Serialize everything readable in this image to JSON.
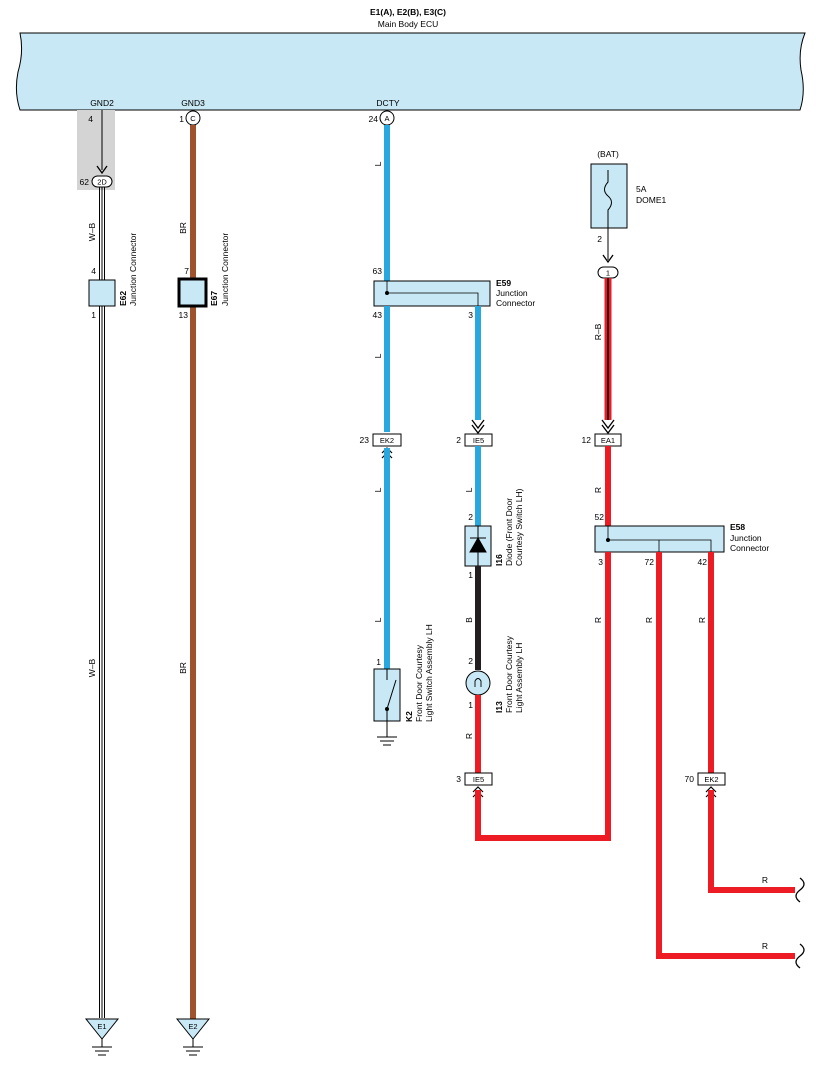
{
  "ecu": {
    "title_ids": "E1(A), E2(B), E3(C)",
    "title_name": "Main Body ECU",
    "fill_color": "#c8e8f5",
    "terminals": {
      "gnd2": "GND2",
      "gnd3": "GND3",
      "dcty": "DCTY"
    }
  },
  "wire_colors": {
    "light_blue": "#29a8e0",
    "brown": "#a0522d",
    "red": "#ed1c24",
    "black": "#231f20",
    "shield_gray": "#d4d4d4"
  },
  "pins": {
    "gnd2_pin": "4",
    "gnd3_pin": "1",
    "dcty_pin": "24",
    "c_letter": "C",
    "a_letter": "A",
    "conn_2d": "2D",
    "pin_62": "62",
    "e62_in": "4",
    "e62_out": "1",
    "e67_in": "7",
    "e67_out": "13",
    "e59_in": "63",
    "e59_out1": "43",
    "e59_out2": "3",
    "ek2_pin": "23",
    "ek2_label": "EK2",
    "ie5_pin": "2",
    "ie5_label": "IE5",
    "i16_in": "2",
    "i16_out": "1",
    "k2_pin": "1",
    "i13_in": "2",
    "i13_out": "1",
    "ie5b_pin": "3",
    "ie5b_label": "IE5",
    "fuse_pin": "2",
    "fuse_conn": "1",
    "ea1_pin": "12",
    "ea1_label": "EA1",
    "e58_in": "52",
    "e58_out1": "3",
    "e58_out2": "72",
    "e58_out3": "42",
    "ek2b_pin": "70",
    "ek2b_label": "EK2",
    "ground_e1": "E1",
    "ground_e2": "E2"
  },
  "wire_labels": {
    "wb_top": "W–B",
    "wb_bottom": "W–B",
    "br_top": "BR",
    "br_bottom": "BR",
    "l1": "L",
    "l2": "L",
    "l3": "L",
    "l4": "L",
    "l5": "L",
    "b": "B",
    "r1": "R",
    "r2": "R",
    "r3": "R",
    "r4": "R",
    "r5": "R",
    "r_right1": "R",
    "r_right2": "R",
    "rb": "R–B"
  },
  "components": {
    "e62_code": "E62",
    "e62_name": "Junction Connector",
    "e67_code": "E67",
    "e67_name": "Junction Connector",
    "e59_code": "E59",
    "e59_line1": "Junction",
    "e59_line2": "Connector",
    "e58_code": "E58",
    "e58_line1": "Junction",
    "e58_line2": "Connector",
    "i16_code": "I16",
    "i16_line1": "Diode (Front Door",
    "i16_line2": "Courtesy Switch LH)",
    "k2_code": "K2",
    "k2_line1": "Front Door Courtesy",
    "k2_line2": "Light Switch Assembly LH",
    "i13_code": "I13",
    "i13_line1": "Front Door Courtesy",
    "i13_line2": "Light Assembly LH",
    "fuse_source": "(BAT)",
    "fuse_rating": "5A",
    "fuse_name": "DOME1"
  }
}
